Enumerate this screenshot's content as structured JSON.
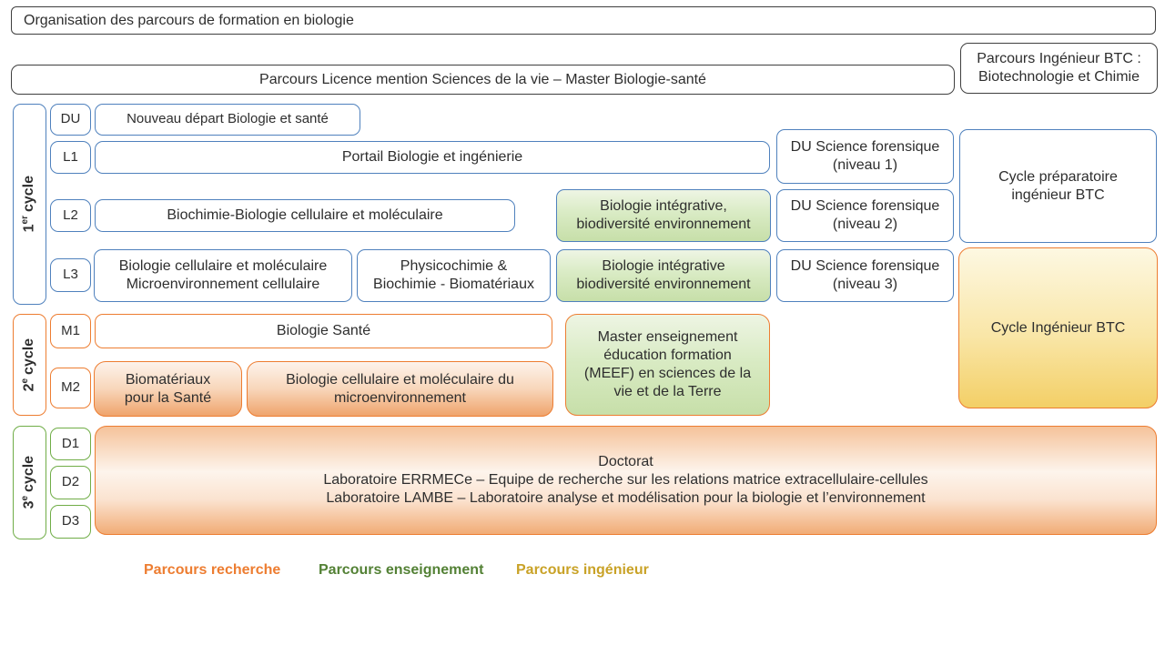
{
  "title": "Organisation des parcours de formation en biologie",
  "header": {
    "licence_master": "Parcours Licence mention Sciences de la vie – Master Biologie-santé"
  },
  "right_column": {
    "parcours_btc": "Parcours Ingénieur BTC :\nBiotechnologie et Chimie",
    "cycle_prepa": "Cycle préparatoire\ningénieur BTC",
    "cycle_ingenieur": "Cycle Ingénieur BTC"
  },
  "cycle1": {
    "num": "1",
    "sup": "er",
    "word": "cycle",
    "du": "DU",
    "nouveau_depart": "Nouveau départ Biologie et santé",
    "l1": "L1",
    "portail": "Portail Biologie et ingénierie",
    "l2": "L2",
    "biochimie": "Biochimie-Biologie cellulaire et moléculaire",
    "bio_integrative_l2": "Biologie intégrative,\nbiodiversité environnement",
    "l3": "L3",
    "bcm_micro": "Biologie cellulaire et moléculaire\nMicroenvironnement cellulaire",
    "physico": "Physicochimie &\nBiochimie - Biomatériaux",
    "bio_integrative_l3": "Biologie intégrative\nbiodiversité environnement",
    "forensique1": "DU Science forensique\n(niveau 1)",
    "forensique2": "DU Science forensique\n(niveau 2)",
    "forensique3": "DU Science forensique\n(niveau 3)"
  },
  "cycle2": {
    "num": "2",
    "sup": "e",
    "word": "cycle",
    "m1": "M1",
    "biologie_sante": "Biologie Santé",
    "m2": "M2",
    "biomateriaux": "Biomatériaux\npour la Santé",
    "bcm_microenv": "Biologie cellulaire et moléculaire du\nmicroenvironnement",
    "meef": "Master enseignement\néducation formation\n(MEEF) en sciences de la\nvie et de la Terre"
  },
  "cycle3": {
    "num": "3",
    "sup": "e",
    "word": "cycle",
    "d1": "D1",
    "d2": "D2",
    "d3": "D3",
    "doctorat": "Doctorat\nLaboratoire ERRMECe – Equipe de recherche sur les relations matrice extracellulaire-cellules\nLaboratoire LAMBE – Laboratoire analyse et modélisation pour la biologie et l’environnement"
  },
  "legend": {
    "recherche": "Parcours recherche",
    "enseignement": "Parcours enseignement",
    "ingenieur": "Parcours ingénieur"
  },
  "colors": {
    "dark_border": "#3f3f3f",
    "blue_border": "#4f81bd",
    "orange_border": "#ED7D31",
    "green_border": "#70AD47",
    "green_fill_top": "#eef5e4",
    "green_fill_bottom": "#c7dfa9",
    "orange_fill_top": "#fdf3ec",
    "orange_fill_bottom": "#efa46c",
    "yellow_fill_top": "#fdf8e2",
    "yellow_fill_bottom": "#f3cf66",
    "legend_recherche": "#ED7D31",
    "legend_enseignement": "#538135",
    "legend_ingenieur": "#C9A227"
  }
}
